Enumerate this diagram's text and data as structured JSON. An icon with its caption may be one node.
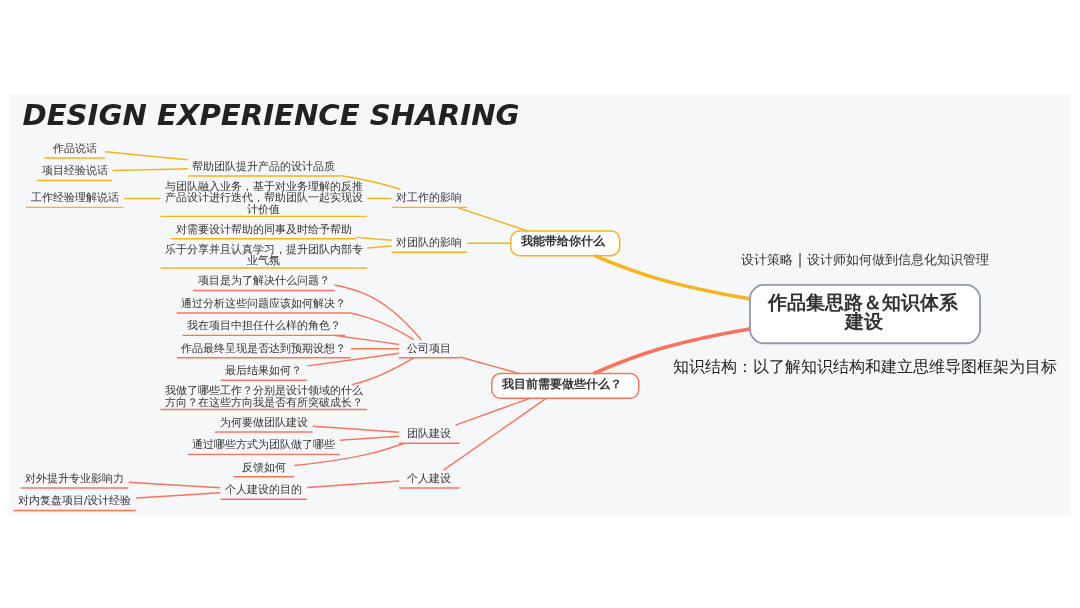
{
  "diagram": {
    "title": "DESIGN EXPERIENCE SHARING",
    "caption": "知识结构：以了解知识结构和建立思维导图框架为目标",
    "nodes": [
      {
        "text": [
          "作品集思路＆知识体系建设"
        ]
      },
      {
        "text": [
          "我能带给你什么"
        ]
      },
      {
        "text": [
          "对工作的影响"
        ]
      },
      {
        "text": [
          "帮助团队提升产品的设计品质"
        ]
      },
      {
        "text": [
          "作品说话"
        ]
      },
      {
        "text": [
          "项目经验说话"
        ]
      },
      {
        "text": [
          "与团队融入业务，基于对业务理解的反推产品设计进行迭代，帮助团队一起实现设计价值"
        ]
      },
      {
        "text": [
          "工作经验理解说话"
        ]
      },
      {
        "text": [
          "对团队的影响"
        ]
      },
      {
        "text": [
          "对需要设计帮助的同事及时给予帮助"
        ]
      },
      {
        "text": [
          "乐于分享并且认真学习，提升团队内部专业气氛"
        ]
      },
      {
        "text": [
          "我目前需要做些什么？"
        ]
      },
      {
        "text": [
          "公司项目"
        ]
      },
      {
        "text": [
          "项目是为了解决什么问题？"
        ]
      },
      {
        "text": [
          "通过分析这些问题应该如何解决？"
        ]
      },
      {
        "text": [
          "我在项目中担任什么样的角色？"
        ]
      },
      {
        "text": [
          "作品最终呈现是否达到预期设想？"
        ]
      },
      {
        "text": [
          "最后结果如何？"
        ]
      },
      {
        "text": [
          "我做了哪些工作？分别是设计领域的什么方向？在这些方向我是否有所突破成长？"
        ]
      },
      {
        "text": [
          "团队建设"
        ]
      },
      {
        "text": [
          "为何要做团队建设"
        ]
      },
      {
        "text": [
          "通过哪些方式为团队做了哪些"
        ]
      },
      {
        "text": [
          "反馈如何"
        ]
      },
      {
        "text": [
          "个人建设"
        ]
      },
      {
        "text": [
          "个人建设的目的"
        ]
      },
      {
        "text": [
          "对外提升专业影响力"
        ]
      },
      {
        "text": [
          "对内复盘项目/设计经验"
        ]
      }
    ],
    "edges": [
      {
        "from": 0,
        "to": 1,
        "arrow": "none",
        "style": "thick",
        "color": "#f7b21e"
      },
      {
        "from": 1,
        "to": 2,
        "arrow": "none",
        "color": "#f7b21e"
      },
      {
        "from": 2,
        "to": 3,
        "arrow": "none",
        "color": "#f7b21e"
      },
      {
        "from": 3,
        "to": 4,
        "arrow": "none",
        "color": "#f7b21e"
      },
      {
        "from": 3,
        "to": 5,
        "arrow": "none",
        "color": "#f7b21e"
      },
      {
        "from": 2,
        "to": 6,
        "arrow": "none",
        "color": "#f7b21e"
      },
      {
        "from": 6,
        "to": 7,
        "arrow": "none",
        "color": "#f7b21e"
      },
      {
        "from": 1,
        "to": 8,
        "arrow": "none",
        "color": "#f7b21e"
      },
      {
        "from": 8,
        "to": 9,
        "arrow": "none",
        "color": "#f7b21e"
      },
      {
        "from": 8,
        "to": 10,
        "arrow": "none",
        "color": "#f7b21e"
      },
      {
        "from": 0,
        "to": 11,
        "arrow": "none",
        "style": "thick"
      },
      {
        "from": 11,
        "to": 12,
        "arrow": "none"
      },
      {
        "from": 12,
        "to": 13,
        "arrow": "none"
      },
      {
        "from": 12,
        "to": 14,
        "arrow": "none"
      },
      {
        "from": 12,
        "to": 15,
        "arrow": "none"
      },
      {
        "from": 12,
        "to": 16,
        "arrow": "none"
      },
      {
        "from": 12,
        "to": 17,
        "arrow": "none"
      },
      {
        "from": 12,
        "to": 18,
        "arrow": "none"
      },
      {
        "from": 11,
        "to": 19,
        "arrow": "none"
      },
      {
        "from": 19,
        "to": 20,
        "arrow": "none"
      },
      {
        "from": 19,
        "to": 21,
        "arrow": "none"
      },
      {
        "from": 19,
        "to": 22,
        "arrow": "none"
      },
      {
        "from": 11,
        "to": 23,
        "arrow": "none"
      },
      {
        "from": 23,
        "to": 24,
        "arrow": "none"
      },
      {
        "from": 24,
        "to": 25,
        "arrow": "none"
      },
      {
        "from": 24,
        "to": 26,
        "arrow": "none"
      }
    ],
    "labels": [
      "设计策略 | 设计师如何做到信息化知识管理"
    ]
  }
}
